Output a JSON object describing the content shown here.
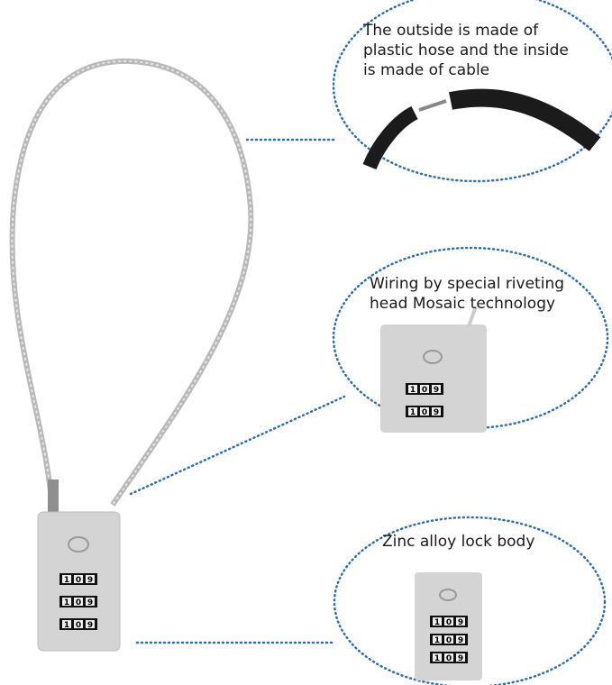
{
  "callouts": [
    {
      "text": "The outside is made of plastic hose and the inside is made of cable"
    },
    {
      "text": "Wiring by special riveting head Mosaic technology"
    },
    {
      "text": "Zinc alloy lock body"
    }
  ],
  "lock": {
    "dial_digits": [
      "1",
      "0",
      "9"
    ]
  },
  "colors": {
    "dotted_line": "#2a6fb0",
    "lock_body": "#d4d4d4",
    "hose": "#1b1b1b"
  }
}
